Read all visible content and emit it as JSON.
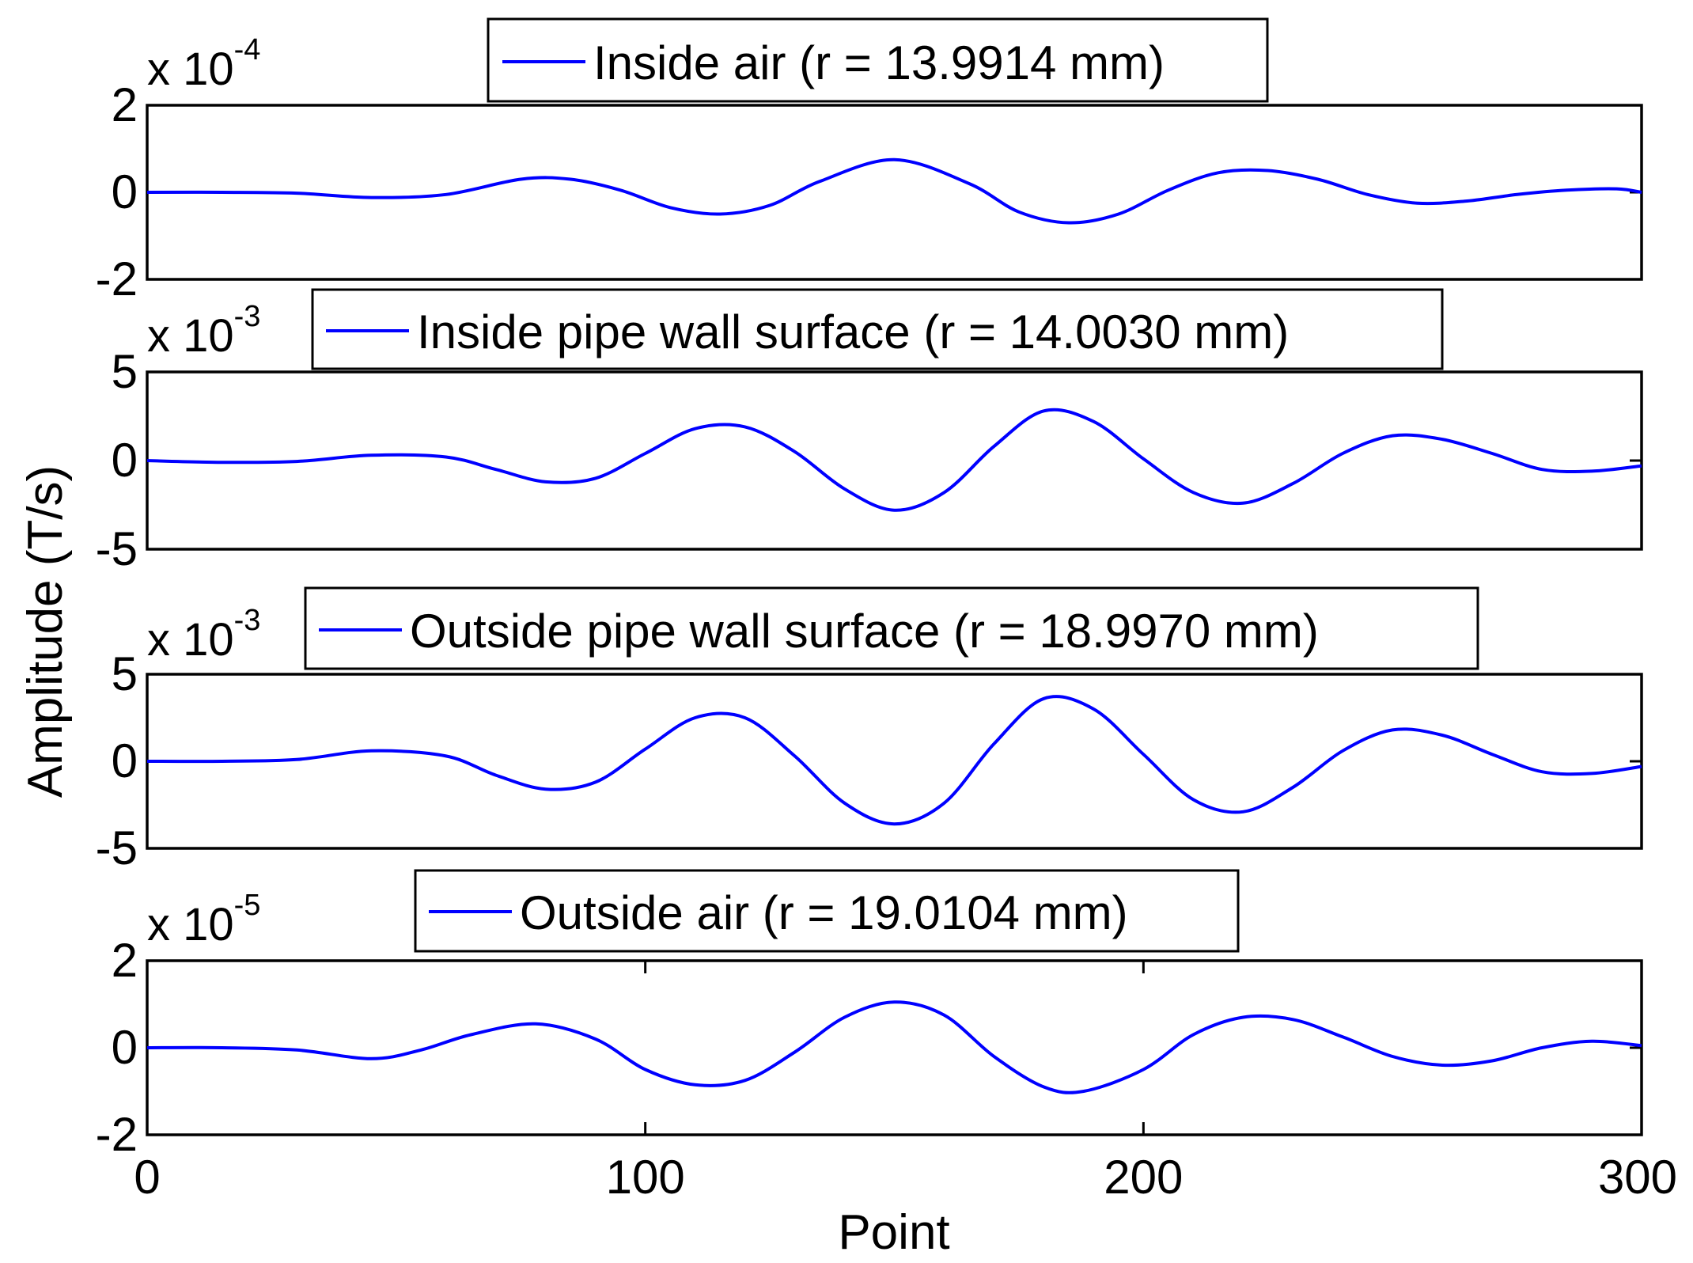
{
  "figure": {
    "ylabel": "Amplitude (T/s)",
    "xlabel": "Point"
  },
  "colors": {
    "line": "#0000ff",
    "axes": "#000000",
    "background": "#ffffff"
  },
  "chart_data": [
    {
      "type": "line",
      "legend": "Inside air (r = 13.9914 mm)",
      "scale_text": "x 10",
      "scale_exponent": "-4",
      "xlim": [
        0,
        300
      ],
      "ylim": [
        -2,
        2
      ],
      "yticks": [
        "2",
        "0",
        "-2"
      ],
      "x": [
        0,
        15,
        30,
        45,
        60,
        75,
        85,
        95,
        105,
        115,
        125,
        135,
        150,
        165,
        175,
        185,
        195,
        205,
        215,
        225,
        235,
        245,
        255,
        265,
        275,
        285,
        295,
        300
      ],
      "values": [
        0,
        0,
        -0.02,
        -0.12,
        -0.05,
        0.3,
        0.3,
        0.05,
        -0.35,
        -0.5,
        -0.3,
        0.25,
        0.75,
        0.2,
        -0.45,
        -0.7,
        -0.5,
        0.05,
        0.45,
        0.5,
        0.3,
        -0.05,
        -0.25,
        -0.2,
        -0.05,
        0.05,
        0.08,
        0
      ]
    },
    {
      "type": "line",
      "legend": "Inside pipe wall surface (r = 14.0030 mm)",
      "scale_text": "x 10",
      "scale_exponent": "-3",
      "xlim": [
        0,
        300
      ],
      "ylim": [
        -5,
        5
      ],
      "yticks": [
        "5",
        "0",
        "-5"
      ],
      "x": [
        0,
        15,
        30,
        45,
        60,
        70,
        80,
        90,
        100,
        110,
        120,
        130,
        140,
        150,
        160,
        170,
        180,
        190,
        200,
        210,
        220,
        230,
        240,
        250,
        260,
        270,
        280,
        290,
        300
      ],
      "values": [
        0,
        -0.1,
        -0.05,
        0.3,
        0.2,
        -0.5,
        -1.2,
        -1.0,
        0.4,
        1.8,
        1.9,
        0.5,
        -1.6,
        -2.8,
        -1.8,
        0.8,
        2.8,
        2.2,
        0.1,
        -1.8,
        -2.4,
        -1.3,
        0.4,
        1.4,
        1.2,
        0.4,
        -0.5,
        -0.6,
        -0.3
      ]
    },
    {
      "type": "line",
      "legend": "Outside pipe wall surface (r = 18.9970 mm)",
      "scale_text": "x 10",
      "scale_exponent": "-3",
      "xlim": [
        0,
        300
      ],
      "ylim": [
        -5,
        5
      ],
      "yticks": [
        "5",
        "0",
        "-5"
      ],
      "x": [
        0,
        15,
        30,
        45,
        60,
        70,
        80,
        90,
        100,
        110,
        120,
        130,
        140,
        150,
        160,
        170,
        180,
        190,
        200,
        210,
        220,
        230,
        240,
        250,
        260,
        270,
        280,
        290,
        300
      ],
      "values": [
        0,
        0,
        0.1,
        0.6,
        0.3,
        -0.8,
        -1.6,
        -1.2,
        0.7,
        2.5,
        2.5,
        0.3,
        -2.4,
        -3.6,
        -2.4,
        1.0,
        3.6,
        3.0,
        0.4,
        -2.2,
        -2.9,
        -1.5,
        0.6,
        1.8,
        1.5,
        0.4,
        -0.6,
        -0.7,
        -0.3
      ]
    },
    {
      "type": "line",
      "legend": "Outside air (r = 19.0104 mm)",
      "scale_text": "x 10",
      "scale_exponent": "-5",
      "xlim": [
        0,
        300
      ],
      "ylim": [
        -2,
        2
      ],
      "yticks": [
        "2",
        "0",
        "-2"
      ],
      "xticks": [
        "0",
        "100",
        "200",
        "300"
      ],
      "xtick_values": [
        0,
        100,
        200,
        300
      ],
      "x": [
        0,
        15,
        30,
        45,
        55,
        65,
        78,
        90,
        100,
        110,
        120,
        130,
        140,
        150,
        160,
        170,
        180,
        188,
        200,
        210,
        220,
        230,
        240,
        250,
        260,
        270,
        280,
        290,
        300
      ],
      "values": [
        0,
        0,
        -0.05,
        -0.25,
        -0.05,
        0.3,
        0.55,
        0.2,
        -0.5,
        -0.85,
        -0.75,
        -0.1,
        0.7,
        1.05,
        0.75,
        -0.2,
        -0.9,
        -1.0,
        -0.5,
        0.3,
        0.7,
        0.65,
        0.25,
        -0.2,
        -0.4,
        -0.3,
        0.0,
        0.15,
        0.05
      ]
    }
  ]
}
